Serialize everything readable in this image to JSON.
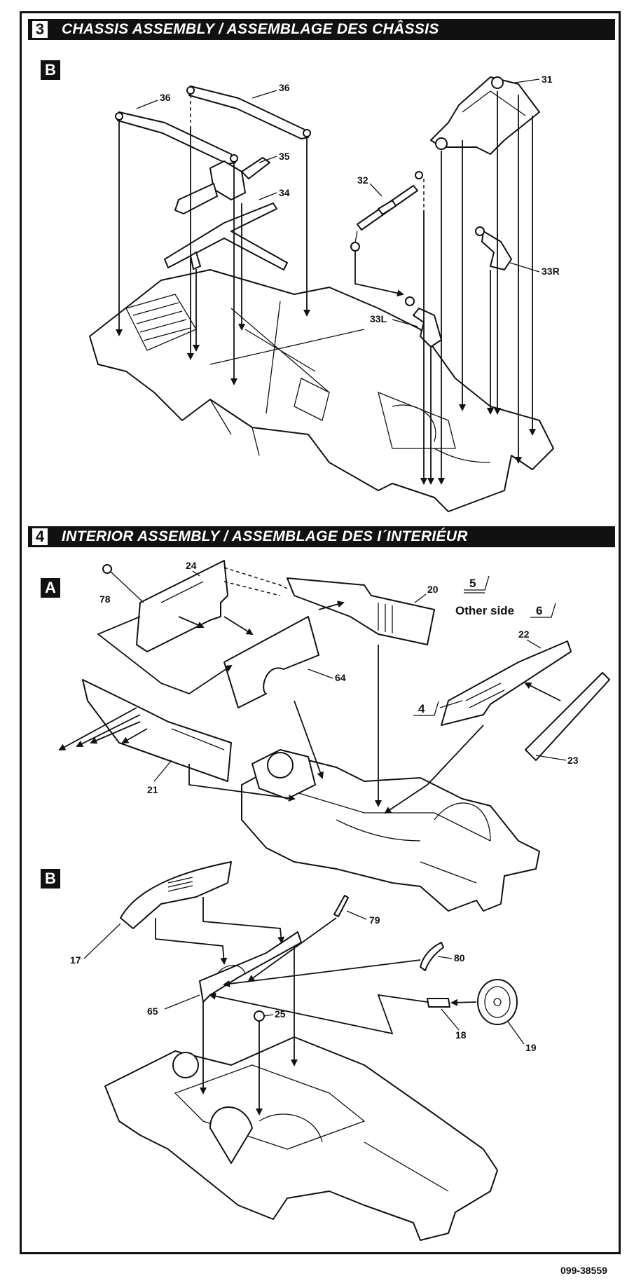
{
  "section3": {
    "number": "3",
    "title": "CHASSIS ASSEMBLY / ASSEMBLAGE DES CHÂSSIS",
    "step": "B",
    "labels": {
      "p36a": "36",
      "p36b": "36",
      "p35": "35",
      "p34": "34",
      "p32": "32",
      "p31": "31",
      "p33r": "33R",
      "p33l": "33L"
    }
  },
  "section4": {
    "number": "4",
    "title": "INTERIOR ASSEMBLY / ASSEMBLAGE DES I´INTERIÉUR",
    "stepA": "A",
    "stepB": "B",
    "labelsA": {
      "p24": "24",
      "p78": "78",
      "p20": "20",
      "ref5": "5",
      "other_side": "Other side",
      "ref6": "6",
      "p22": "22",
      "p64": "64",
      "ref4": "4",
      "p23": "23",
      "p21": "21"
    },
    "labelsB": {
      "p17": "17",
      "p79": "79",
      "p80": "80",
      "p65": "65",
      "p25": "25",
      "p18": "18",
      "p19": "19"
    }
  },
  "footer": {
    "code": "099-38559"
  },
  "colors": {
    "ink": "#111111",
    "paper": "#ffffff"
  }
}
